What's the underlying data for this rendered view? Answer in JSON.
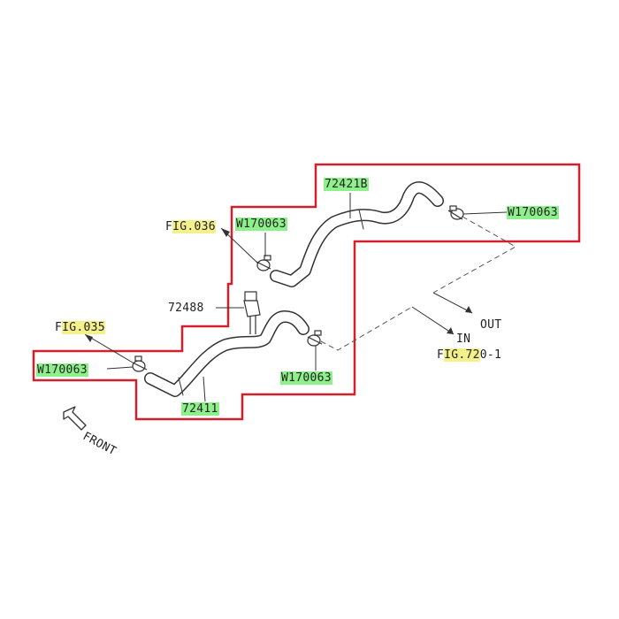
{
  "colors": {
    "outline": "#d4202a",
    "green_highlight": "#8ef08a",
    "yellow_highlight": "#f4f08a",
    "line": "#333333"
  },
  "labels": {
    "hose_upper": "72421B",
    "hose_lower": "72411",
    "connector": "72488",
    "clamp_upper_right": "W170063",
    "clamp_upper_left": "W170063",
    "clamp_lower_left": "W170063",
    "clamp_lower_right": "W170063",
    "fig036": {
      "prefix": "F",
      "highlight": "IG.036"
    },
    "fig035": {
      "prefix": "F",
      "highlight": "IG.035"
    },
    "fig720": {
      "prefix": "F",
      "highlight": "IG.72",
      "suffix": "0-1"
    },
    "out": "OUT",
    "in": "IN",
    "front": "FRONT"
  },
  "icons": {
    "front_arrow": "front-arrow-icon"
  }
}
